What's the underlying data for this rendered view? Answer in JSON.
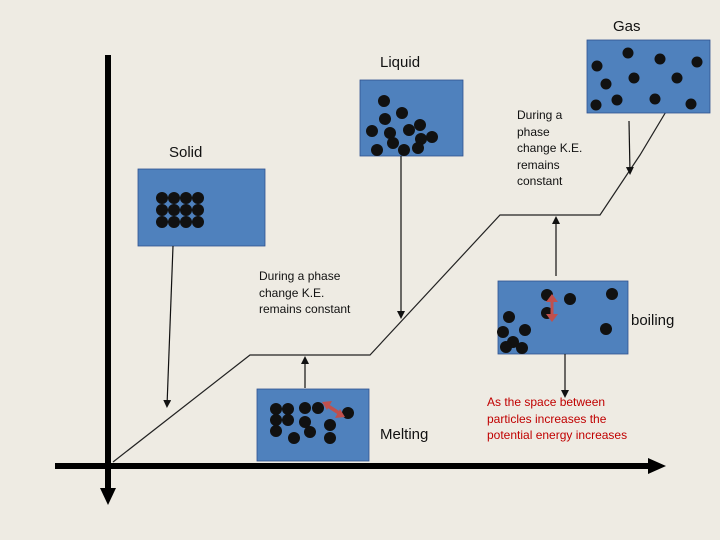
{
  "labels": {
    "gas": "Gas",
    "liquid": "Liquid",
    "solid": "Solid",
    "melting": "Melting",
    "boiling": "boiling"
  },
  "notes": {
    "phase_change_top": "During a phase change K.E. remains constant",
    "phase_change_left": "During a phase change K.E. remains constant",
    "potential_energy": "As the space between particles increases the potential energy increases"
  },
  "colors": {
    "background": "#eeebe3",
    "box_fill": "#4f81bd",
    "particle": "#111111",
    "axis": "#000000",
    "curve": "#222222",
    "arrow_orange": "#c0504d",
    "note_red": "#c00000"
  }
}
